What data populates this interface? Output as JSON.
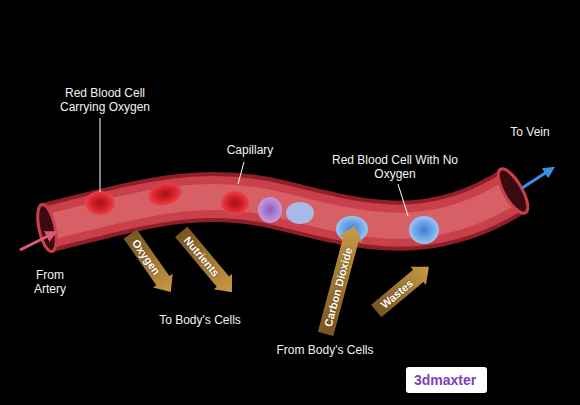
{
  "diagram": {
    "nodes": [
      {
        "text": [
          "Oxygen"
        ]
      },
      {
        "text": [
          "Nutrients"
        ]
      },
      {
        "text": [
          "Carbon Dioxide"
        ]
      },
      {
        "text": [
          "Wastes"
        ]
      },
      {
        "text": [
          "3dmaxter"
        ]
      }
    ],
    "labels": [
      "Red Blood Cell Carrying Oxygen",
      "Capillary",
      "Red Blood Cell With No Oxygen",
      "To Vein",
      "From Artery",
      "To Body's Cells",
      "From Body's Cells"
    ]
  }
}
